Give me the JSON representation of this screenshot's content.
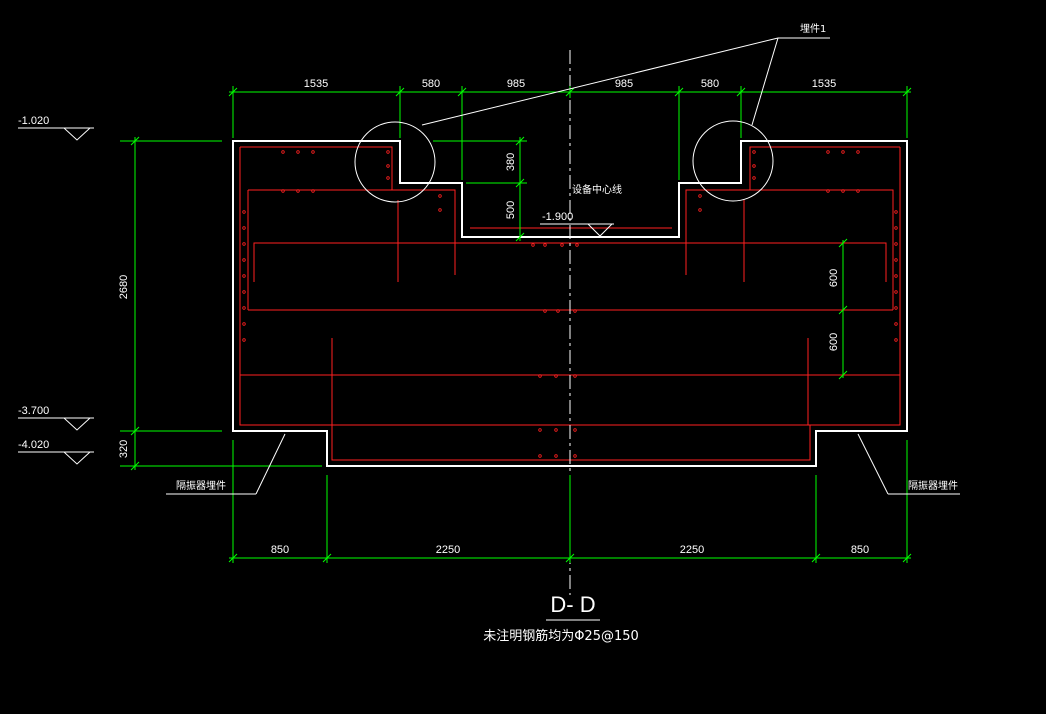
{
  "drawing": {
    "title": "D- D",
    "note": "未注明钢筋均为Φ25@150",
    "top_dimensions": [
      "1535",
      "580",
      "985",
      "985",
      "580",
      "1535"
    ],
    "bottom_dimensions": [
      "850",
      "2250",
      "2250",
      "850"
    ],
    "left_dimensions": [
      "2680",
      "320"
    ],
    "inner_dimensions": [
      "380",
      "500",
      "600",
      "600"
    ],
    "elevations": [
      "-1.020",
      "-3.700",
      "-4.020",
      "-1.900"
    ],
    "labels": {
      "embedded_part": "埋件1",
      "center_line": "设备中心线",
      "left_isolator": "隔振器埋件",
      "right_isolator": "隔振器埋件"
    },
    "colors": {
      "dimension": "#00ff00",
      "rebar": "#ff2020",
      "outline": "#ffffff",
      "background": "#000000"
    }
  }
}
